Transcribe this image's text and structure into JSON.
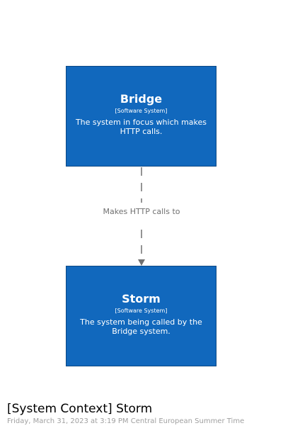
{
  "diagram": {
    "elements": [
      {
        "name": "Bridge",
        "type": "[Software System]",
        "description": "The system in focus which makes HTTP calls."
      },
      {
        "name": "Storm",
        "type": "[Software System]",
        "description": "The system being called by the Bridge system."
      }
    ],
    "relationship": {
      "label": "Makes HTTP calls to",
      "style": "dashed",
      "color": "#707070"
    },
    "element_color": "#1168bd"
  },
  "footer": {
    "title": "[System Context] Storm",
    "subtitle": "Friday, March 31, 2023 at 3:19 PM Central European Summer Time"
  }
}
